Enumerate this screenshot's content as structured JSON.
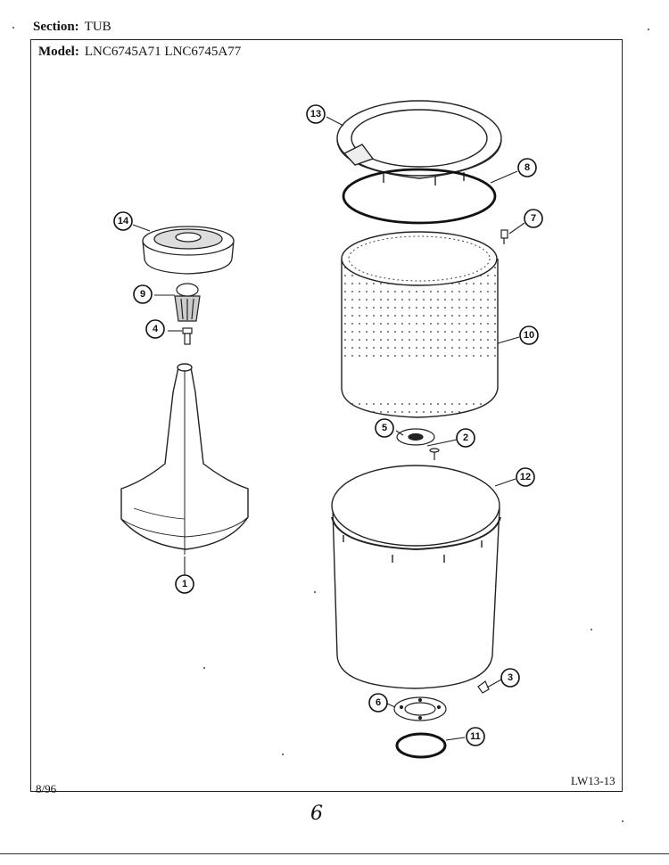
{
  "header": {
    "section_label": "Section:",
    "section_value": "TUB",
    "model_label": "Model:",
    "model_values": "LNC6745A71 LNC6745A77"
  },
  "footer": {
    "date": "8/96",
    "page_code": "LW13-13",
    "handwritten_note": "6"
  },
  "callouts": [
    {
      "id": "callout-1",
      "number": "1"
    },
    {
      "id": "callout-2",
      "number": "2"
    },
    {
      "id": "callout-3",
      "number": "3"
    },
    {
      "id": "callout-4",
      "number": "4"
    },
    {
      "id": "callout-5",
      "number": "5"
    },
    {
      "id": "callout-6",
      "number": "6"
    },
    {
      "id": "callout-7",
      "number": "7"
    },
    {
      "id": "callout-8",
      "number": "8"
    },
    {
      "id": "callout-9",
      "number": "9"
    },
    {
      "id": "callout-10",
      "number": "10"
    },
    {
      "id": "callout-11",
      "number": "11"
    },
    {
      "id": "callout-12",
      "number": "12"
    },
    {
      "id": "callout-13",
      "number": "13"
    },
    {
      "id": "callout-14",
      "number": "14"
    }
  ]
}
